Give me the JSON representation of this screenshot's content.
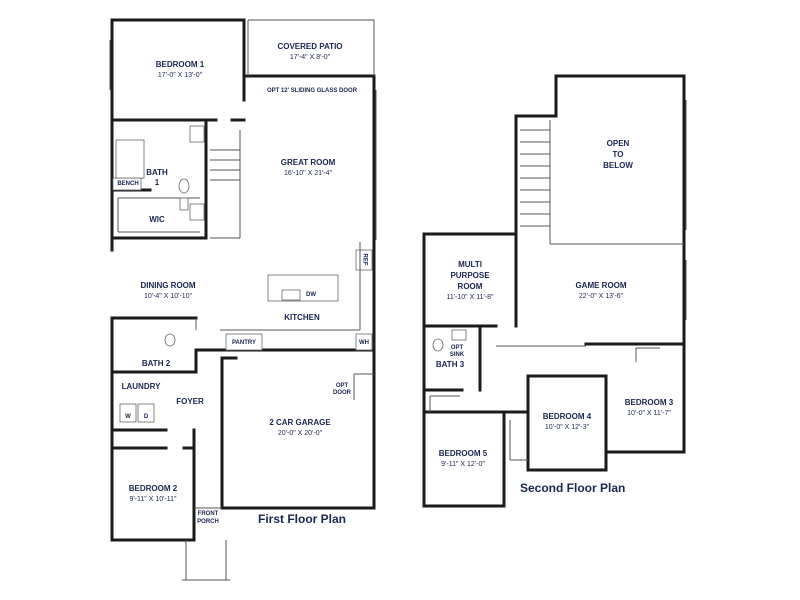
{
  "first_floor": {
    "caption": "First Floor Plan",
    "bedroom1": {
      "name": "BEDROOM 1",
      "dims": "17'-0\" X 13'-0\""
    },
    "covered_patio": {
      "name": "COVERED PATIO",
      "dims": "17'-4\" X 8'-0\""
    },
    "sliding_door": "OPT 12' SLIDING GLASS DOOR",
    "great_room": {
      "name": "GREAT ROOM",
      "dims": "16'-10\" X 21'-4\""
    },
    "bath1": {
      "name_line1": "BATH",
      "name_line2": "1"
    },
    "bench": "BENCH",
    "wic": "WIC",
    "ref": "REF",
    "dining_room": {
      "name": "DINING ROOM",
      "dims": "10'-4\" X 10'-10\""
    },
    "dw": "DW",
    "kitchen": "KITCHEN",
    "pantry": "PANTRY",
    "wh": "WH",
    "bath2": "BATH 2",
    "laundry": "LAUNDRY",
    "washer": "W",
    "dryer": "D",
    "foyer": "FOYER",
    "opt_door": {
      "line1": "OPT",
      "line2": "DOOR"
    },
    "garage": {
      "name": "2 CAR GARAGE",
      "dims": "20'-0\" X 20'-0\""
    },
    "bedroom2": {
      "name": "BEDROOM 2",
      "dims": "9'-11\" X 10'-11\""
    },
    "front_porch": {
      "line1": "FRONT",
      "line2": "PORCH"
    }
  },
  "second_floor": {
    "caption": "Second Floor Plan",
    "open_to_below": {
      "line1": "OPEN",
      "line2": "TO",
      "line3": "BELOW"
    },
    "multi_purpose": {
      "line1": "MULTI",
      "line2": "PURPOSE",
      "line3": "ROOM",
      "dims": "11'-10\" X 11'-8\""
    },
    "game_room": {
      "name": "GAME ROOM",
      "dims": "22'-0\" X 13'-6\""
    },
    "opt_sink": {
      "line1": "OPT",
      "line2": "SINK"
    },
    "bath3": "BATH 3",
    "bedroom3": {
      "name": "BEDROOM 3",
      "dims": "10'-0\" X 11'-7\""
    },
    "bedroom4": {
      "name": "BEDROOM 4",
      "dims": "10'-0\" X 12'-3\""
    },
    "bedroom5": {
      "name": "BEDROOM 5",
      "dims": "9'-11\" X 12'-0\""
    }
  }
}
